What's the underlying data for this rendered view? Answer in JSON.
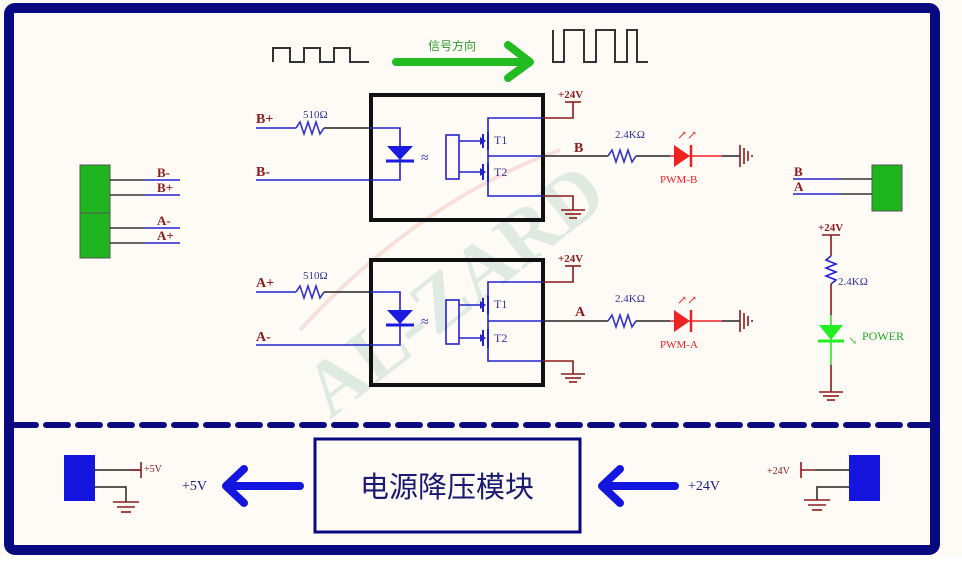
{
  "signal_direction": {
    "label": "信号方向",
    "arrow_color": "#22bb22"
  },
  "watermark": "AL-ZARD",
  "colors": {
    "frame": "#0a0a80",
    "wire_blue": "#2222cc",
    "wire_black": "#222222",
    "label_red": "#8b1a1a",
    "led_red": "#ee2222",
    "led_green": "#22ee22",
    "connector_green": "#1fb51f",
    "connector_blue": "#1515e0",
    "resistor_blue": "#3333cc"
  },
  "channel_b": {
    "input_plus": "B+",
    "input_minus": "B-",
    "input_resistor": "510Ω",
    "transistor_top": "T1",
    "transistor_bottom": "T2",
    "supply": "+24V",
    "output_label": "B",
    "output_resistor": "2.4KΩ",
    "led_label": "PWM-B"
  },
  "channel_a": {
    "input_plus": "A+",
    "input_minus": "A-",
    "input_resistor": "510Ω",
    "transistor_top": "T1",
    "transistor_bottom": "T2",
    "supply": "+24V",
    "output_label": "A",
    "output_resistor": "2.4KΩ",
    "led_label": "PWM-A"
  },
  "left_connector": {
    "pins": [
      "B-",
      "B+",
      "A-",
      "A+"
    ]
  },
  "right_connector": {
    "pins": [
      "B",
      "A"
    ]
  },
  "power_indicator": {
    "supply": "+24V",
    "resistor": "2.4KΩ",
    "led_label": "POWER"
  },
  "power_section": {
    "module_title": "电源降压模块",
    "output_label": "+5V",
    "input_label": "+24V",
    "left_connector_label": "+5V",
    "right_connector_label": "+24V"
  }
}
